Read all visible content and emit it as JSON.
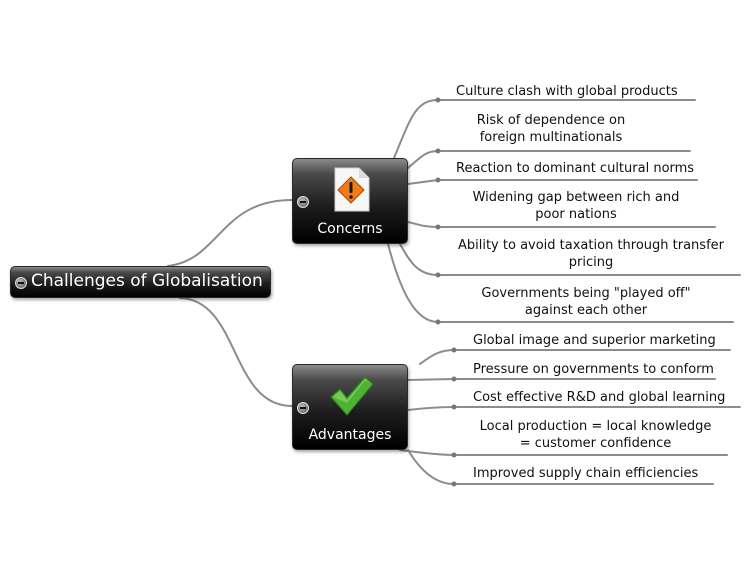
{
  "root": {
    "label": "Challenges of Globalisation"
  },
  "branches": [
    {
      "label": "Concerns",
      "icon": "warning-icon",
      "items": [
        "Culture clash with global products",
        "Risk of dependence on foreign multinationals",
        "Reaction to dominant cultural norms",
        "Widening gap between rich and poor nations",
        "Ability to avoid taxation through transfer pricing",
        "Governments being \"played off\" against each other"
      ]
    },
    {
      "label": "Advantages",
      "icon": "checkmark-icon",
      "items": [
        "Global image and superior marketing",
        "Pressure on governments to conform",
        "Cost effective R&D and global learning",
        "Local production = local knowledge = customer confidence",
        "Improved supply chain efficiencies"
      ]
    }
  ],
  "colors": {
    "connector": "#8c8c8c",
    "node_dark": "#000000",
    "check_green": "#4fb233",
    "warning_orange": "#f07b18"
  }
}
